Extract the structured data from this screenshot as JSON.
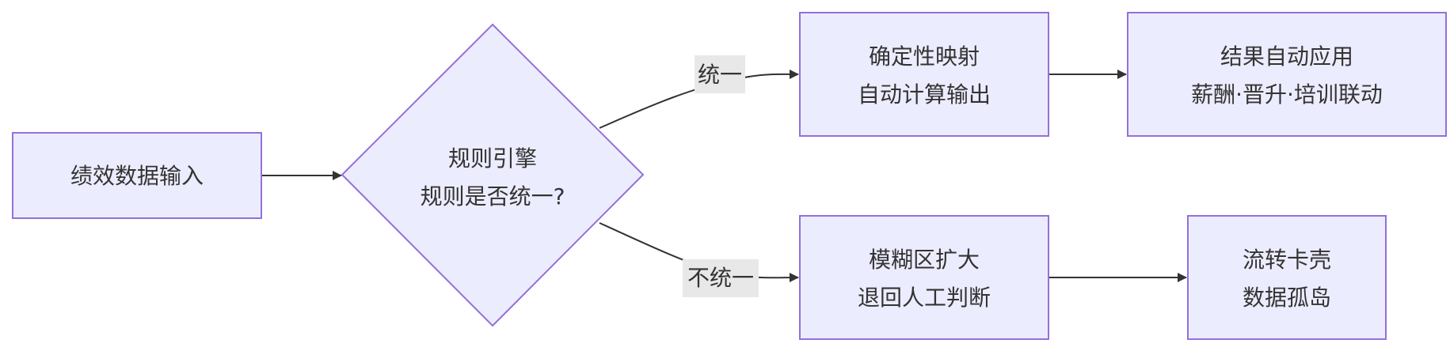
{
  "theme": {
    "node_fill": "#ECECFF",
    "node_stroke": "#9370DB",
    "edge_color": "#333333",
    "label_bg": "#E8E8E8",
    "text_color": "#333333"
  },
  "nodes": {
    "input": {
      "lines": [
        "绩效数据输入"
      ]
    },
    "decision": {
      "lines": [
        "规则引擎",
        "规则是否统一?"
      ]
    },
    "mapping": {
      "lines": [
        "确定性映射",
        "自动计算输出"
      ]
    },
    "result": {
      "lines": [
        "结果自动应用",
        "薪酬·晋升·培训联动"
      ]
    },
    "fuzzy": {
      "lines": [
        "模糊区扩大",
        "退回人工判断"
      ]
    },
    "island": {
      "lines": [
        "流转卡壳",
        "数据孤岛"
      ]
    }
  },
  "edges": {
    "unified_label": "统一",
    "not_unified_label": "不统一"
  }
}
